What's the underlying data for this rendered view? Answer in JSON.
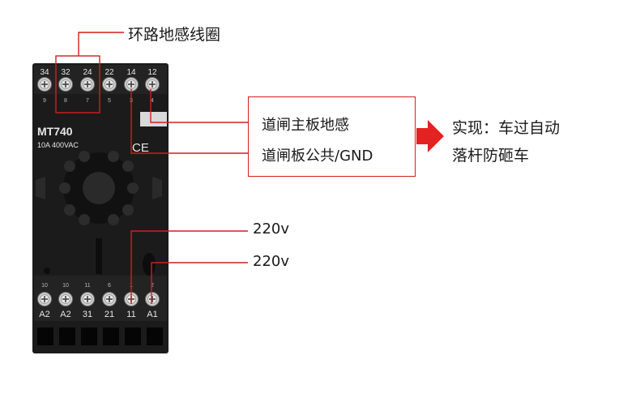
{
  "product": {
    "model": "MT740",
    "rating": "10A 400VAC",
    "ce_mark": "CE",
    "top_terminals": [
      {
        "label": "34",
        "sub": "9"
      },
      {
        "label": "32",
        "sub": "8"
      },
      {
        "label": "24",
        "sub": "7"
      },
      {
        "label": "22",
        "sub": "5"
      },
      {
        "label": "14",
        "sub": "3"
      },
      {
        "label": "12",
        "sub": "4"
      }
    ],
    "bottom_terminals": [
      {
        "top": "10",
        "label": "A2"
      },
      {
        "top": "10",
        "label": "A2"
      },
      {
        "top": "11",
        "label": "31"
      },
      {
        "top": "6",
        "label": "21"
      },
      {
        "top": "1",
        "label": "11"
      },
      {
        "top": "2",
        "label": "A1"
      }
    ]
  },
  "annotations": {
    "loop_coil": "环路地感线圈",
    "gate_board_sensor": "道闸主板地感",
    "gate_board_common": "道闸板公共/GND",
    "power_1": "220v",
    "power_2": "220v",
    "result_line1": "实现：车过自动",
    "result_line2": "落杆防砸车"
  },
  "colors": {
    "accent_red": "#d21e1e",
    "device_body": "#1b1b1b",
    "device_text": "#e6e6e6"
  }
}
